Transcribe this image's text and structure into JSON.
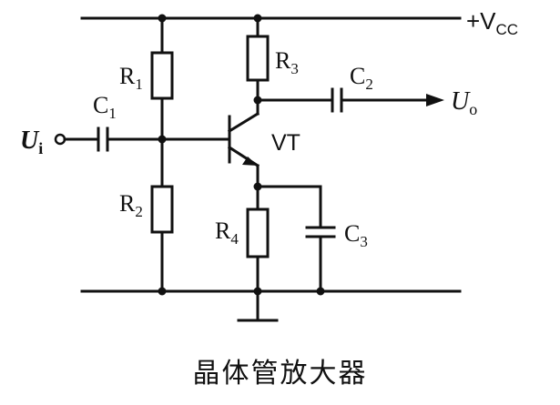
{
  "diagram": {
    "caption": "晶体管放大器",
    "labels": {
      "vcc": {
        "main": "+V",
        "sub": "CC"
      },
      "input": {
        "main": "U",
        "sub": "i"
      },
      "output": {
        "main": "U",
        "sub": "o"
      },
      "transistor": "VT",
      "components": [
        {
          "id": "R1",
          "letter": "R",
          "sub": "1"
        },
        {
          "id": "R2",
          "letter": "R",
          "sub": "2"
        },
        {
          "id": "R3",
          "letter": "R",
          "sub": "3"
        },
        {
          "id": "R4",
          "letter": "R",
          "sub": "4"
        },
        {
          "id": "C1",
          "letter": "C",
          "sub": "1"
        },
        {
          "id": "C2",
          "letter": "C",
          "sub": "2"
        },
        {
          "id": "C3",
          "letter": "C",
          "sub": "3"
        }
      ]
    }
  }
}
